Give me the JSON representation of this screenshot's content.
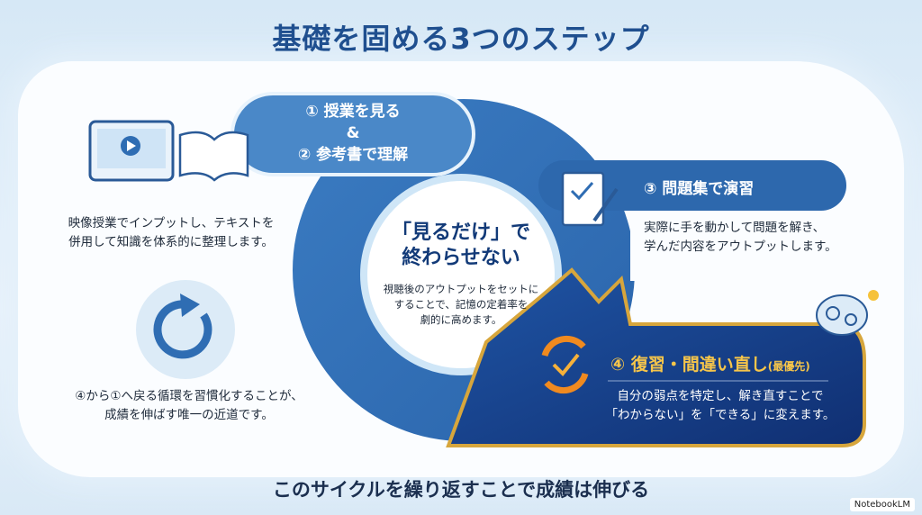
{
  "title": "基礎を固める3つのステップ",
  "step12": {
    "line1": "① 授業を見る",
    "amp": "&",
    "line2": "② 参考書で理解",
    "desc1": "映像授業でインプットし、テキストを",
    "desc2": "併用して知識を体系的に整理します。"
  },
  "center": {
    "head1": "「見るだけ」で",
    "head2": "終わらせない",
    "desc1": "視聴後のアウトプットをセットに",
    "desc2": "することで、記憶の定着率を",
    "desc3": "劇的に高めます。"
  },
  "step3": {
    "label": "③ 問題集で演習",
    "desc1": "実際に手を動かして問題を解き、",
    "desc2": "学んだ内容をアウトプットします。"
  },
  "step4": {
    "label": "④ 復習・間違い直し",
    "priority": "(最優先)",
    "desc1": "自分の弱点を特定し、解き直すことで",
    "desc2": "「わからない」を「できる」に変えます。"
  },
  "cycle": {
    "desc1": "④から①へ戻る循環を習慣化することが、",
    "desc2": "成績を伸ばす唯一の近道です。"
  },
  "footer": "このサイクルを繰り返すことで成績は伸びる",
  "badge": "NotebookLM",
  "colors": {
    "ring": "#2f6db3",
    "navy": "#163c86",
    "gold": "#d7a63c",
    "title": "#1f4f8f"
  }
}
